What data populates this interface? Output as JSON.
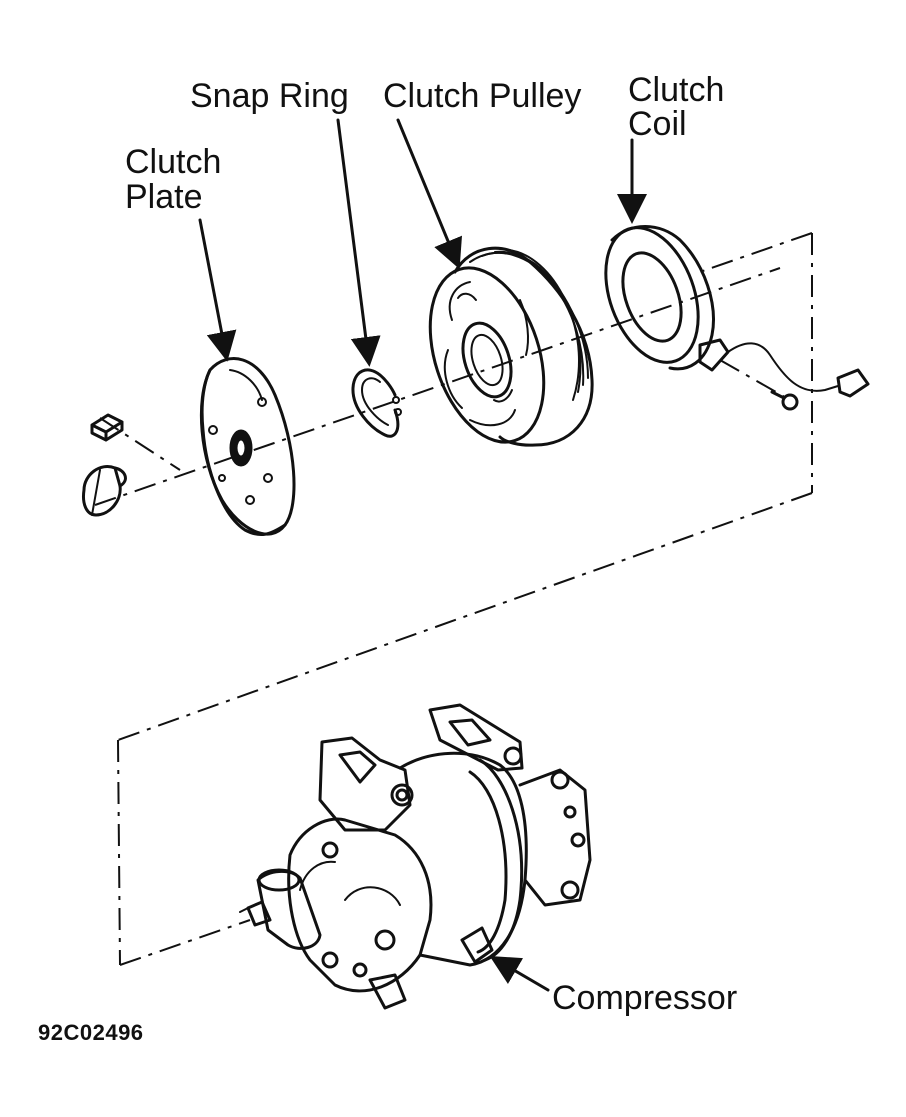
{
  "labels": {
    "snap_ring": "Snap Ring",
    "clutch_pulley": "Clutch Pulley",
    "clutch_coil_line1": "Clutch",
    "clutch_coil_line2": "Coil",
    "clutch_plate_line1": "Clutch",
    "clutch_plate_line2": "Plate",
    "compressor": "Compressor"
  },
  "figure_id": "92C02496"
}
